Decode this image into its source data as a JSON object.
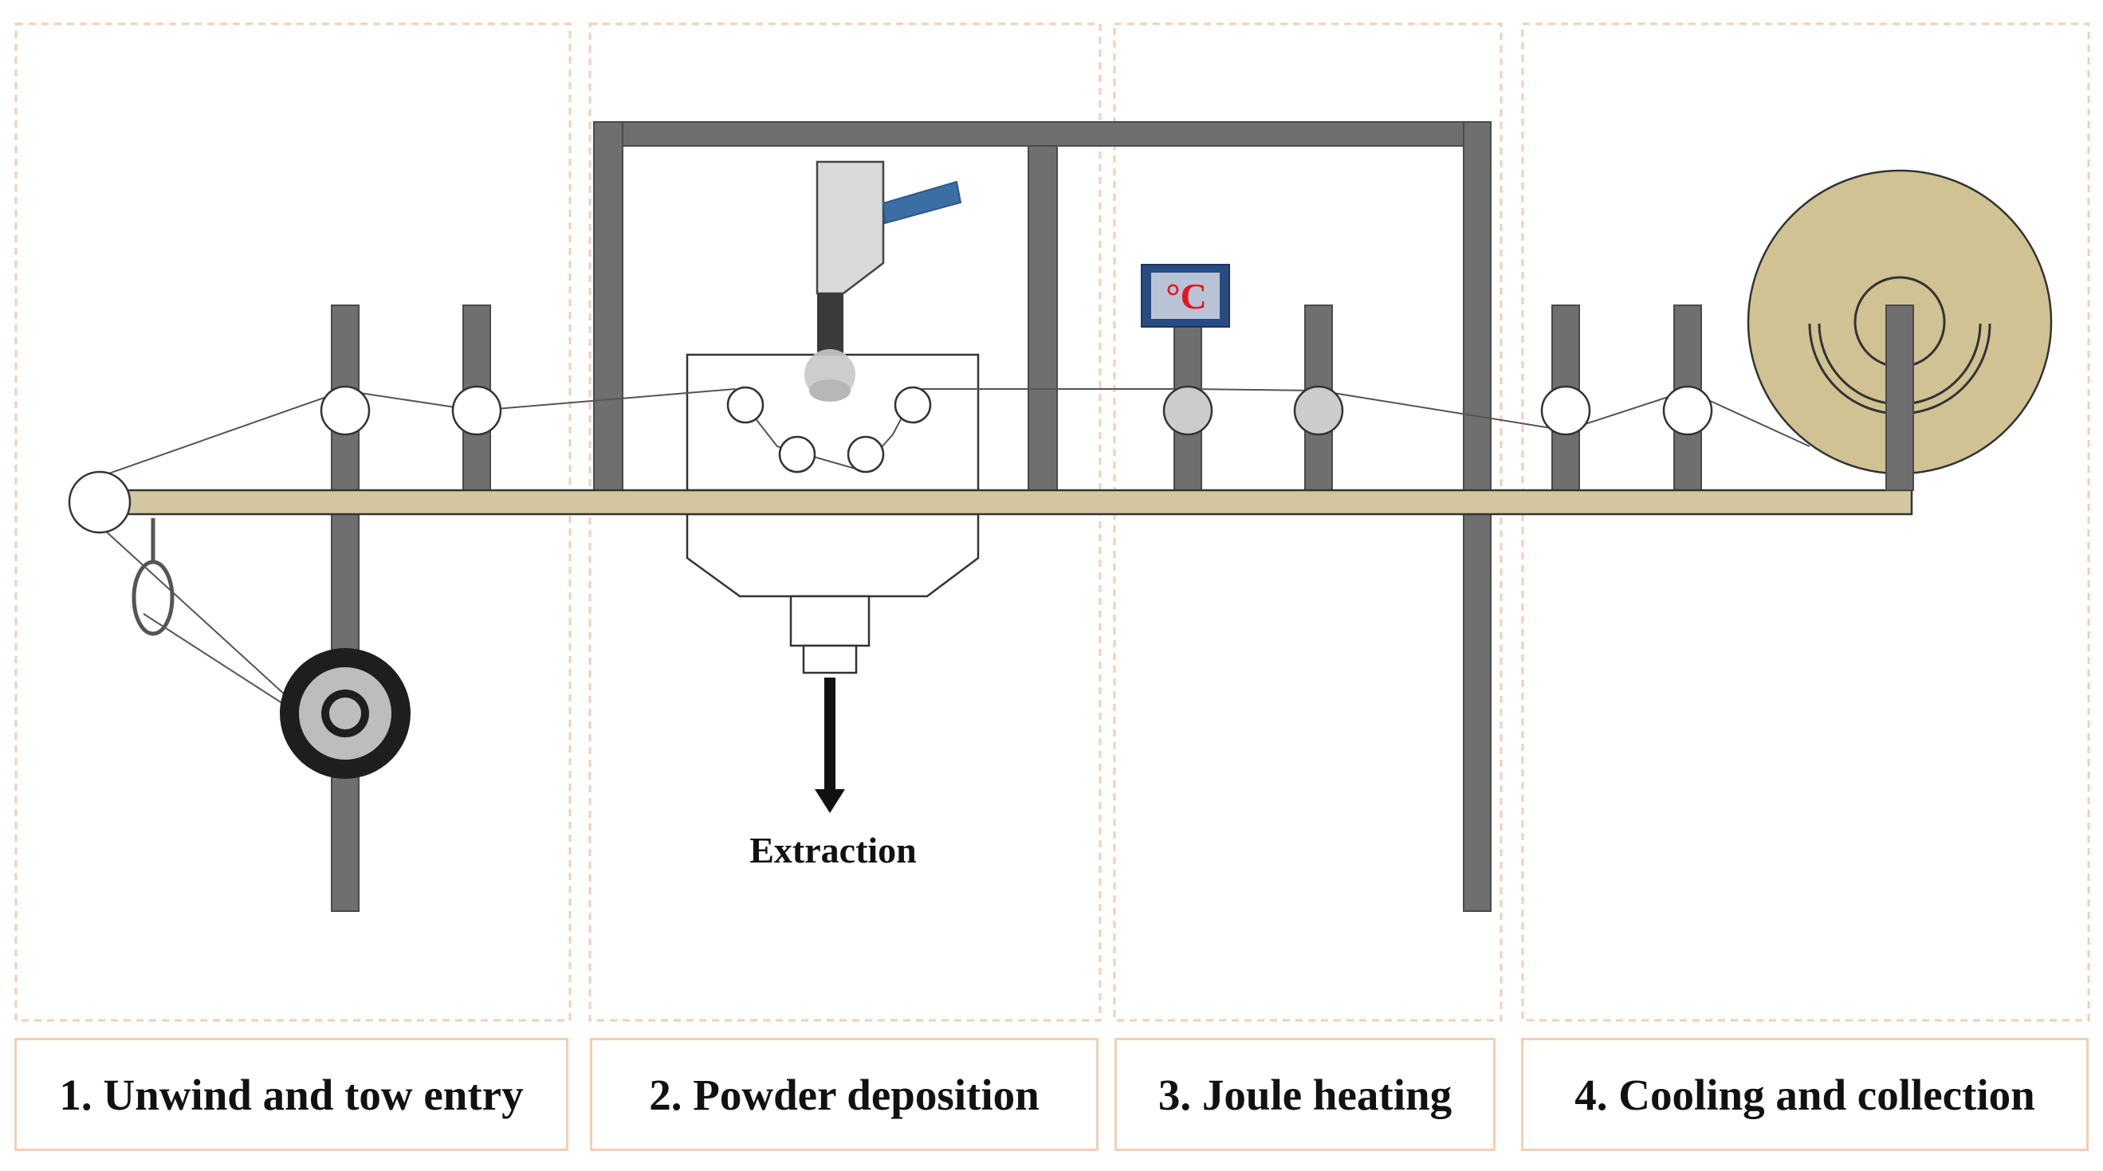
{
  "stages": [
    {
      "label": "1. Unwind and tow entry"
    },
    {
      "label": "2. Powder deposition"
    },
    {
      "label": "3. Joule heating"
    },
    {
      "label": "4. Cooling and collection"
    }
  ],
  "extraction": {
    "label": "Extraction"
  },
  "temperature_display": {
    "unit": "°C"
  },
  "colors": {
    "frame": "#6f6f6f",
    "table": "#d4c79f",
    "spool": "#d0c293",
    "dashed_border": "#f2cfb6",
    "powder_arm": "#3b6ea5",
    "display": "#284b82",
    "temp_text": "#e8141c"
  }
}
